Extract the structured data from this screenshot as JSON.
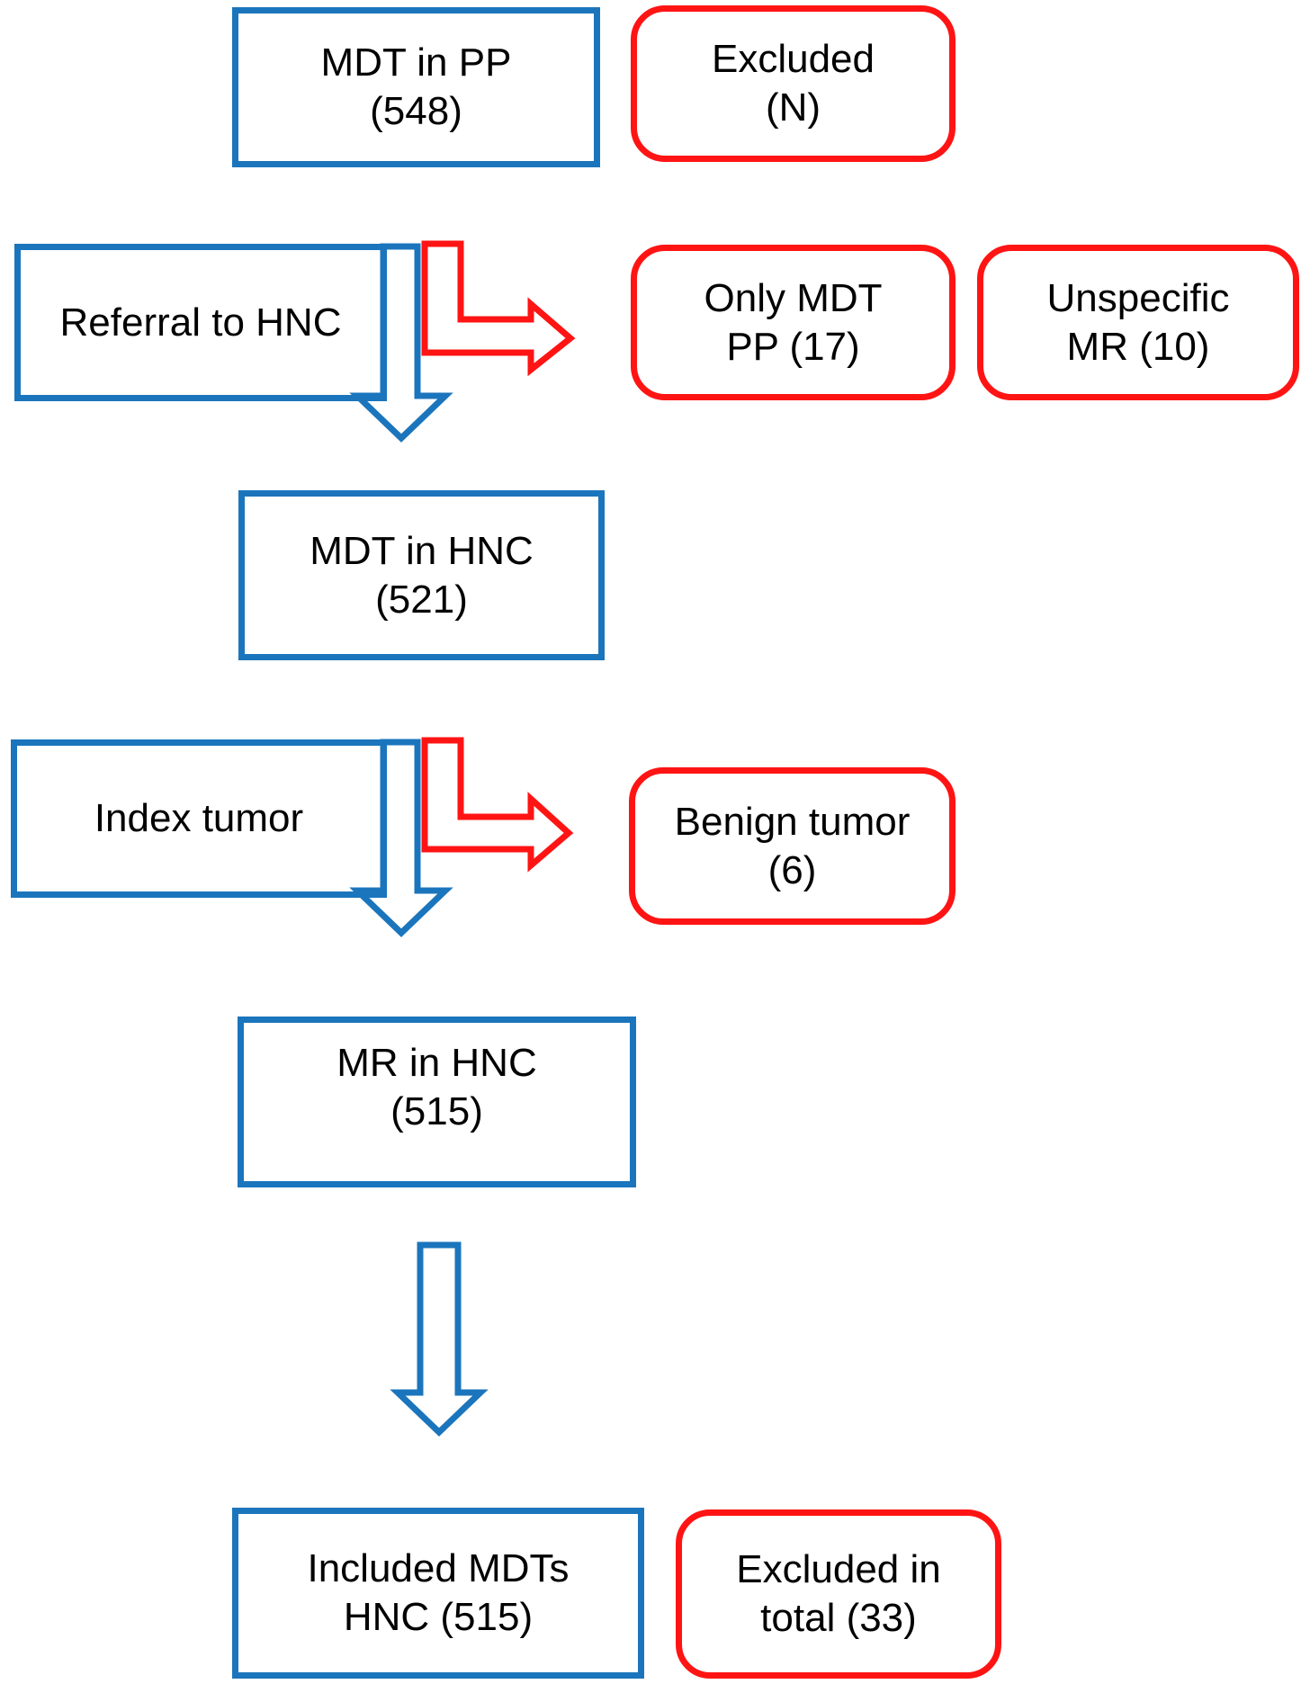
{
  "colors": {
    "include_border": "#1B75BC",
    "exclude_border": "#FF1414"
  },
  "boxes": {
    "mdt_pp": "MDT in PP\n(548)",
    "excluded_top": "Excluded\n(N)",
    "referral": "Referral to HNC",
    "only_mdt_pp": "Only MDT\nPP (17)",
    "unspecific_mr": "Unspecific\nMR (10)",
    "mdt_hnc": "MDT in HNC\n(521)",
    "index_tumor": "Index tumor",
    "benign_tumor": "Benign tumor\n(6)",
    "mr_hnc": "MR in HNC\n(515)",
    "included": "Included MDTs\nHNC (515)",
    "excluded_total": "Excluded in\ntotal (33)"
  }
}
